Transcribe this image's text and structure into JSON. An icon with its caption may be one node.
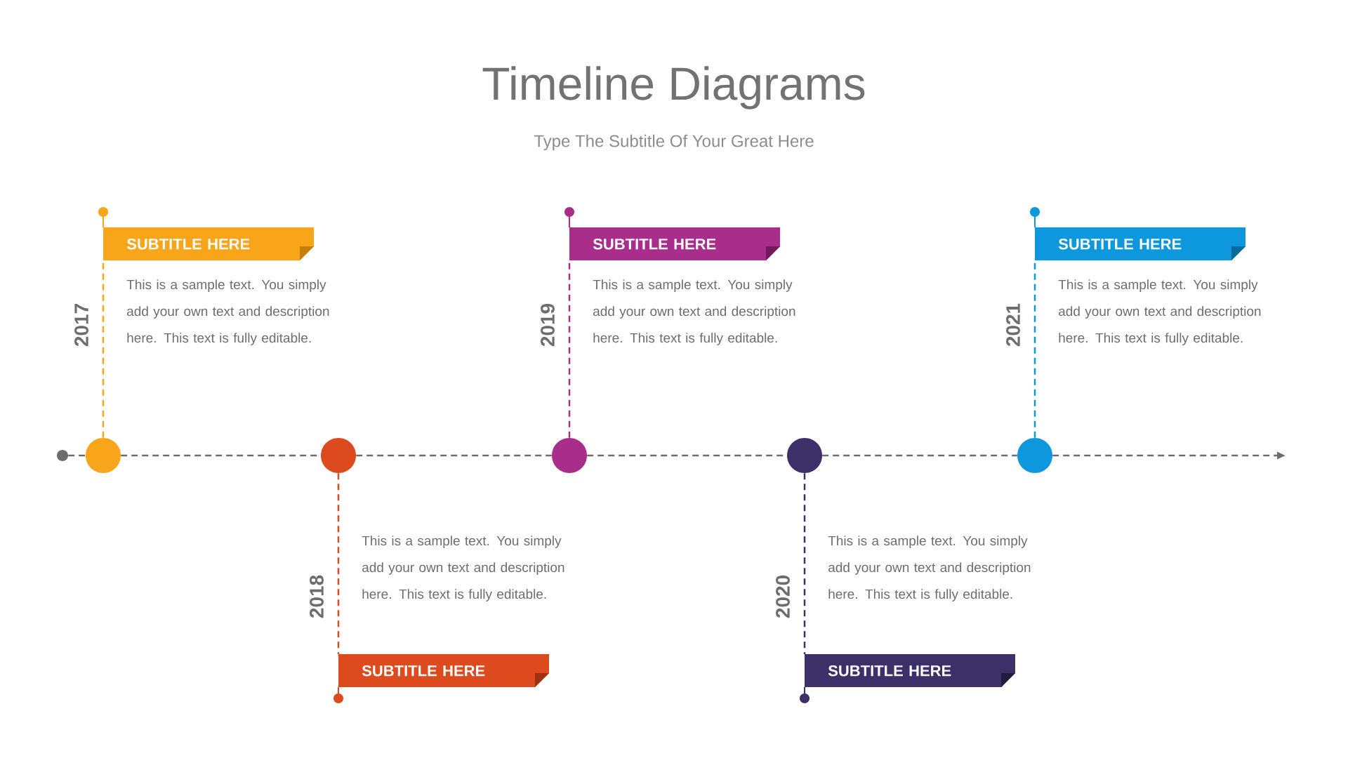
{
  "diagram": {
    "title": "Timeline Diagrams",
    "nodes": [
      {
        "text": [],
        "shape": "circle"
      },
      {
        "text": [],
        "shape": "circle"
      },
      {
        "text": [],
        "shape": "circle"
      },
      {
        "text": [],
        "shape": "circle"
      },
      {
        "text": [],
        "shape": "circle"
      },
      {
        "text": [],
        "shape": "circle"
      },
      {
        "text": [
          "SUBTITLE HERE"
        ],
        "beside": [
          "2017",
          "This is a sample text. You simply add your own text and description here. This text is fully editable."
        ]
      },
      {
        "text": [
          "SUBTITLE HERE"
        ],
        "beside": [
          "2018",
          "This is a sample text. You simply add your own text and description here. This text is fully editable."
        ]
      },
      {
        "text": [
          "SUBTITLE HERE"
        ],
        "beside": [
          "2019",
          "This is a sample text. You simply add your own text and description here. This text is fully editable."
        ]
      },
      {
        "text": [
          "SUBTITLE HERE"
        ],
        "beside": [
          "2020",
          "This is a sample text. You simply add your own text and description here. This text is fully editable."
        ]
      },
      {
        "text": [
          "SUBTITLE HERE"
        ],
        "beside": [
          "2021",
          "This is a sample text. You simply add your own text and description here. This text is fully editable."
        ]
      }
    ],
    "edges": [
      {
        "from": 0,
        "to": 1,
        "arrow": "none",
        "style": "dashed"
      },
      {
        "from": 1,
        "to": 2,
        "arrow": "none",
        "style": "dashed"
      },
      {
        "from": 2,
        "to": 3,
        "arrow": "none",
        "style": "dashed"
      },
      {
        "from": 3,
        "to": 4,
        "arrow": "none",
        "style": "dashed"
      },
      {
        "from": 4,
        "to": 5,
        "arrow": "none",
        "style": "dashed"
      },
      {
        "from": 5,
        "to": null,
        "arrow": "to",
        "style": "dashed"
      },
      {
        "from": 1,
        "to": 6,
        "arrow": "none",
        "style": "dashed",
        "color": "#f9a51a"
      },
      {
        "from": 2,
        "to": 7,
        "arrow": "none",
        "style": "dashed",
        "color": "#dc4a1e"
      },
      {
        "from": 3,
        "to": 8,
        "arrow": "none",
        "style": "dashed",
        "color": "#a92e8b"
      },
      {
        "from": 4,
        "to": 9,
        "arrow": "none",
        "style": "dashed",
        "color": "#3d2f68"
      },
      {
        "from": 5,
        "to": 10,
        "arrow": "none",
        "style": "dashed",
        "color": "#0d98dd"
      }
    ],
    "labels": [
      "Type The Subtitle Of Your Great Here"
    ]
  }
}
